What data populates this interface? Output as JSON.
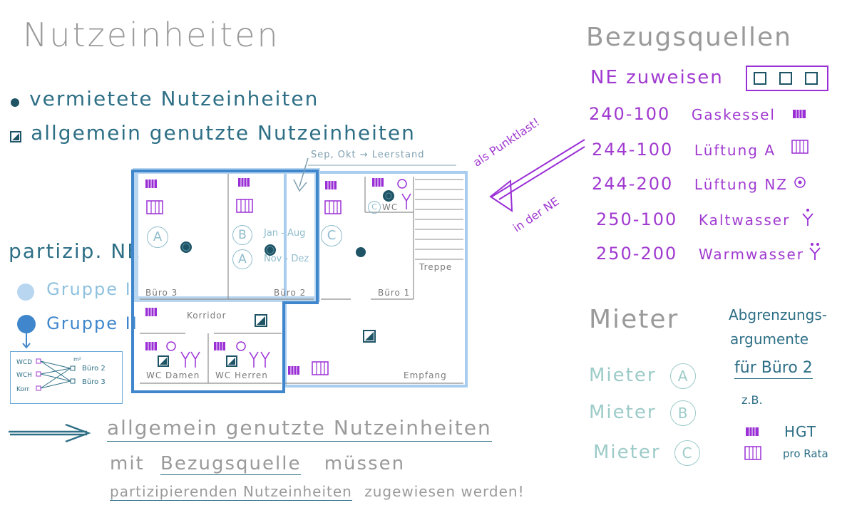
{
  "title": "Nutzeinheiten",
  "legend": {
    "rented": "vermietete Nutzeinheiten",
    "shared": "allgemein genutzte Nutzeinheiten"
  },
  "partizip": {
    "title": "partizip. NE",
    "group1": "Gruppe I",
    "group2": "Gruppe II",
    "matrix_rows": [
      "WCD",
      "WCH",
      "Korr"
    ],
    "matrix_cols": [
      "Büro 2",
      "Büro 3"
    ],
    "unit": "m²"
  },
  "floorplan": {
    "note": "Sep, Okt → Leerstand",
    "rooms": {
      "buero3": "Büro 3",
      "buero2": "Büro 2",
      "buero1": "Büro 1",
      "korridor": "Korridor",
      "wc_damen": "WC Damen",
      "wc_herren": "WC Herren",
      "wc": "WC",
      "treppe": "Treppe",
      "empfang": "Empfang"
    },
    "tenant_a": "A",
    "tenant_b": "B",
    "tenant_c": "C",
    "buero2_note1": "Jan - Aug",
    "buero2_note2": "Nov - Dez"
  },
  "arrow_note": {
    "line1": "als Punktlast!",
    "line2": "in der NE"
  },
  "bezugsquellen": {
    "title": "Bezugsquellen",
    "assign": "NE zuweisen",
    "items": [
      {
        "code": "240-100",
        "name": "Gaskessel"
      },
      {
        "code": "244-100",
        "name": "Lüftung A"
      },
      {
        "code": "244-200",
        "name": "Lüftung NZ"
      },
      {
        "code": "250-100",
        "name": "Kaltwasser"
      },
      {
        "code": "250-200",
        "name": "Warmwasser"
      }
    ]
  },
  "mieter": {
    "title": "Mieter",
    "items": [
      {
        "label": "Mieter",
        "badge": "A"
      },
      {
        "label": "Mieter",
        "badge": "B"
      },
      {
        "label": "Mieter",
        "badge": "C"
      }
    ]
  },
  "abgrenzung": {
    "line1": "Abgrenzungs-",
    "line2": "argumente",
    "line3": "für Büro 2",
    "zb": "z.B.",
    "hgt": "HGT",
    "pro_rata": "pro Rata"
  },
  "bottom": {
    "line1": "allgemein genutzte Nutzeinheiten",
    "line2a": "mit",
    "line2b": "Bezugsquelle",
    "line2c": "müssen",
    "line3a": "partizipierenden Nutzeinheiten",
    "line3b": "zugewiesen werden!"
  },
  "colors": {
    "teal": "#2e6f86",
    "purple": "#a03ad0",
    "blue": "#4a90d9",
    "light_blue": "#8fc1df",
    "grey": "#9a9a9a"
  }
}
